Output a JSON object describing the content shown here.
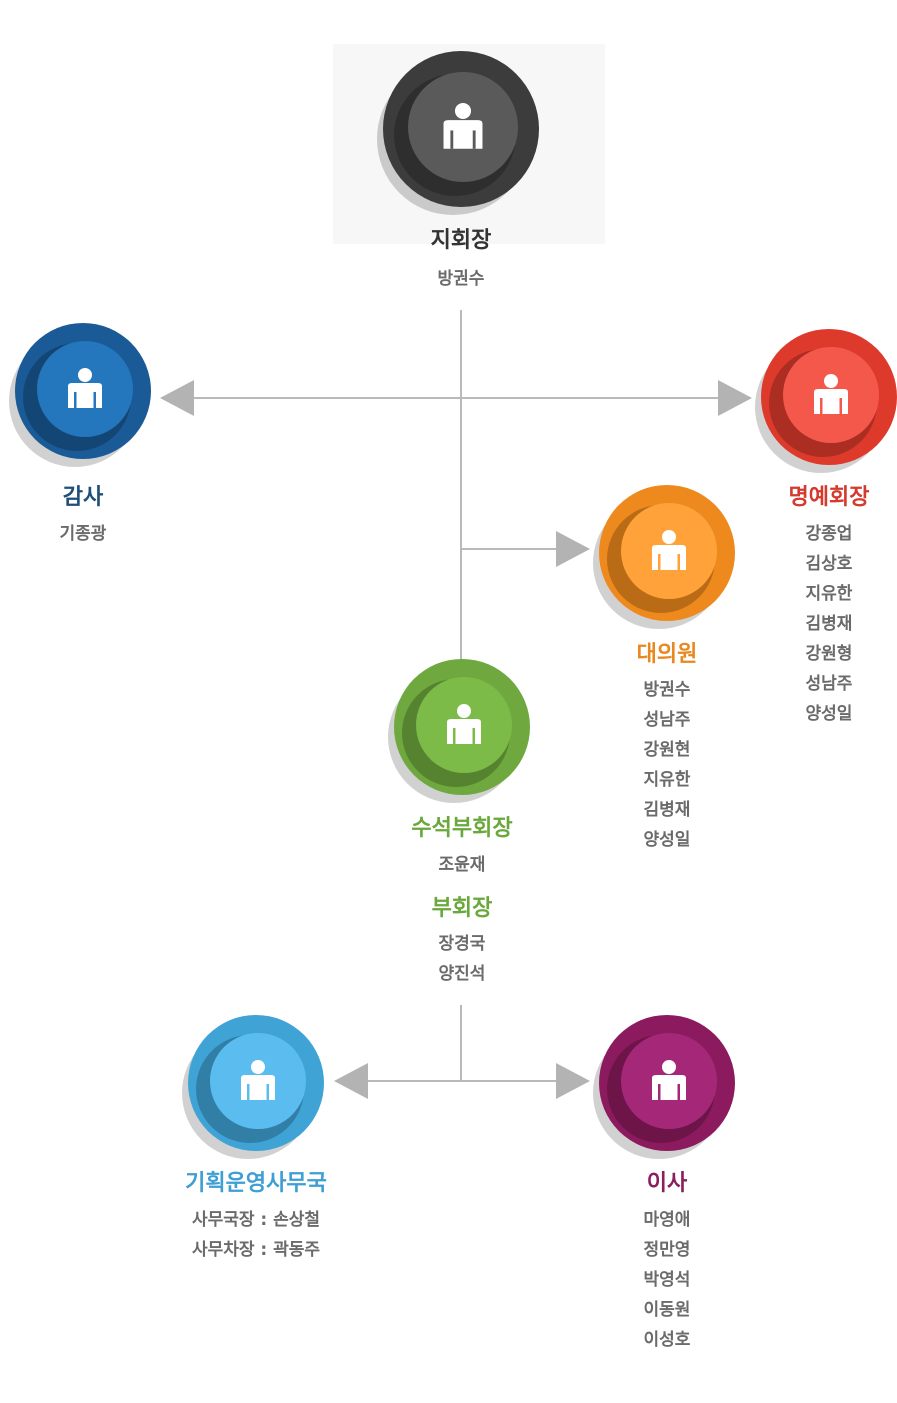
{
  "nodes": {
    "chairman": {
      "title": "지회장",
      "members": [
        "방권수"
      ],
      "color": "#333333",
      "disc": "#3c3c3c",
      "inner": "#5a5a5a"
    },
    "auditor": {
      "title": "감사",
      "members": [
        "기종광"
      ],
      "color": "#1f4e79",
      "disc": "#1a5a96",
      "inner": "#2476bd"
    },
    "honorary": {
      "title": "명예회장",
      "members": [
        "강종업",
        "김상호",
        "지유한",
        "김병재",
        "강원형",
        "성남주",
        "양성일"
      ],
      "color": "#d43a2e",
      "disc": "#dd3a2c",
      "inner": "#f4584a"
    },
    "delegates": {
      "title": "대의원",
      "members": [
        "방권수",
        "성남주",
        "강원현",
        "지유한",
        "김병재",
        "양성일"
      ],
      "color": "#e8891f",
      "disc": "#ee8a1d",
      "inner": "#ffa23a"
    },
    "senior_vp": {
      "title": "수석부회장",
      "members": [
        "조윤재"
      ],
      "color": "#6aa83b",
      "disc": "#6ea83e",
      "inner": "#7dbb48"
    },
    "vp": {
      "title": "부회장",
      "members": [
        "장경국",
        "양진석"
      ],
      "color": "#6aa83b"
    },
    "planning": {
      "title": "기획운영사무국",
      "members": [
        "사무국장 : 손상철",
        "사무차장 : 곽동주"
      ],
      "color": "#3d9fd3",
      "disc": "#3fa3d6",
      "inner": "#5bbcef"
    },
    "directors": {
      "title": "이사",
      "members": [
        "마영애",
        "정만영",
        "박영석",
        "이동원",
        "이성호"
      ],
      "color": "#8a1f5e",
      "disc": "#8c1a5e",
      "inner": "#a52878"
    }
  }
}
